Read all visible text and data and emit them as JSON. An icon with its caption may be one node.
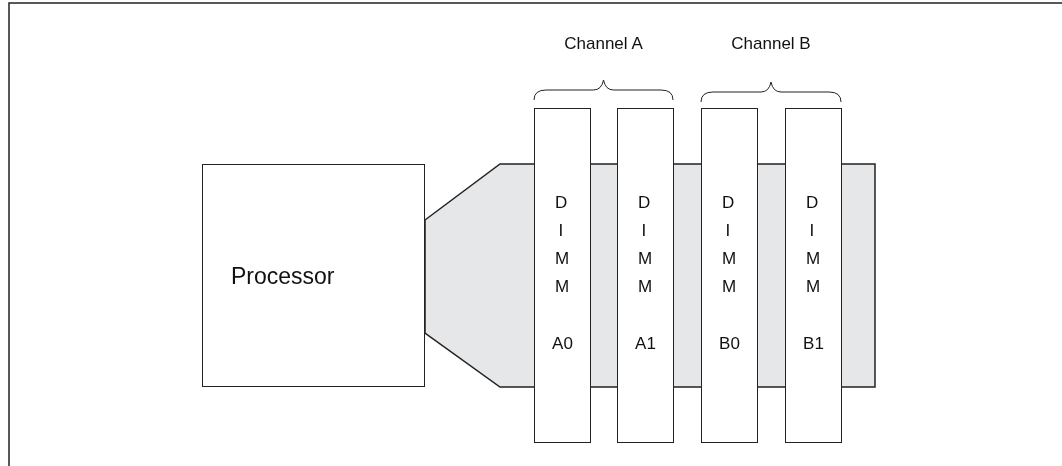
{
  "diagram": {
    "nodes": [
      {
        "text": [
          "Processor"
        ]
      },
      {
        "text": [
          "DIMM",
          "A0"
        ]
      },
      {
        "text": [
          "DIMM",
          "A1"
        ]
      },
      {
        "text": [
          "DIMM",
          "B0"
        ]
      },
      {
        "text": [
          "DIMM",
          "B1"
        ]
      }
    ],
    "labels": [
      "Channel A",
      "Channel B"
    ]
  }
}
